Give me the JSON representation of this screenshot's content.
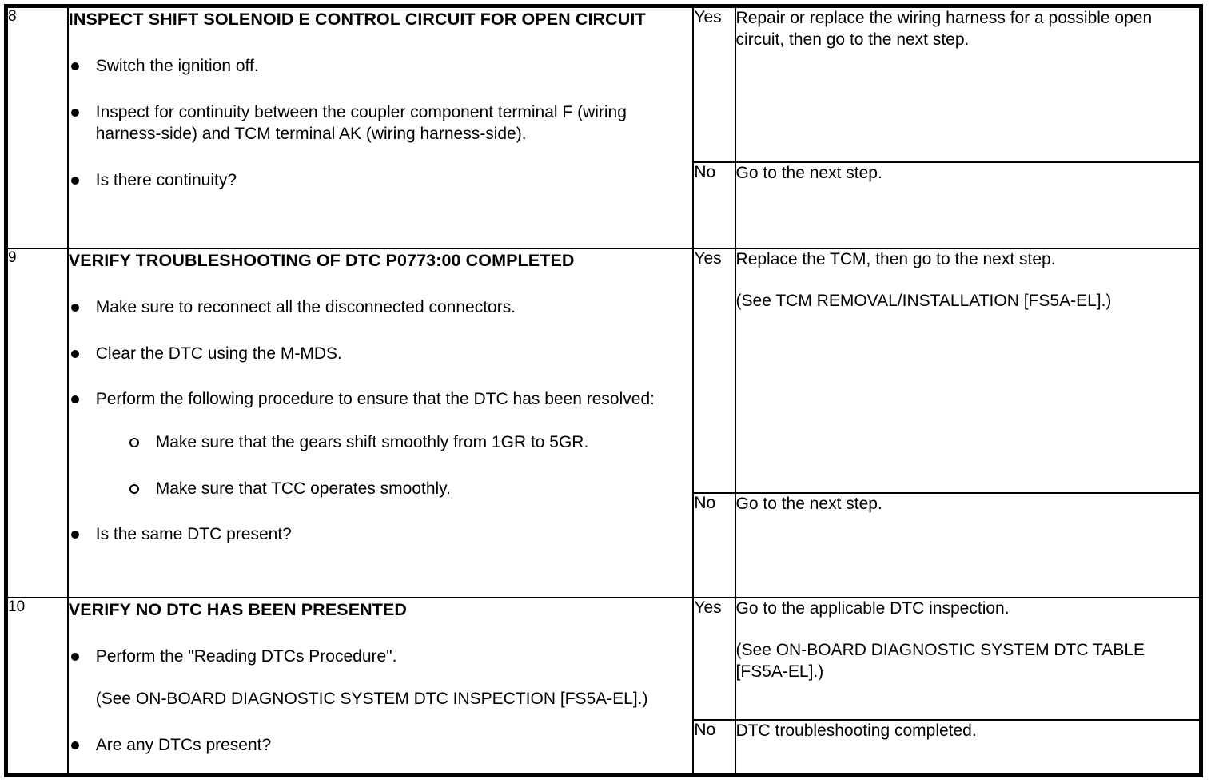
{
  "document": {
    "type": "dtc-troubleshooting-table",
    "answer_labels": {
      "yes": "Yes",
      "no": "No"
    }
  },
  "rows": [
    {
      "step": "8",
      "title": "INSPECT SHIFT SOLENOID E CONTROL CIRCUIT FOR OPEN CIRCUIT",
      "bullets": [
        "Switch the ignition off.",
        "Inspect for continuity between the coupler component terminal F (wiring harness-side) and TCM terminal AK (wiring harness-side).",
        "Is there continuity?"
      ],
      "yes_label": "Yes",
      "yes_action": "Repair or replace the wiring harness for a possible open circuit, then go to the next step.",
      "no_label": "No",
      "no_action": "Go to the next step."
    },
    {
      "step": "9",
      "title": "VERIFY TROUBLESHOOTING OF DTC P0773:00 COMPLETED",
      "bullets": [
        "Make sure to reconnect all the disconnected connectors.",
        "Clear the DTC using the M-MDS.",
        "Perform the following procedure to ensure that the DTC has been resolved:"
      ],
      "sub_bullets": [
        "Make sure that the gears shift smoothly from 1GR to 5GR.",
        "Make sure that TCC operates smoothly."
      ],
      "final_bullet": "Is the same DTC present?",
      "yes_label": "Yes",
      "yes_action": "Replace the TCM, then go to the next step.",
      "yes_action_ref": "(See TCM REMOVAL/INSTALLATION [FS5A-EL].)",
      "no_label": "No",
      "no_action": "Go to the next step."
    },
    {
      "step": "10",
      "title": "VERIFY NO DTC HAS BEEN PRESENTED",
      "bullets": [
        "Perform the \"Reading DTCs Procedure\"."
      ],
      "bullet_note": "(See ON-BOARD DIAGNOSTIC SYSTEM DTC INSPECTION [FS5A-EL].)",
      "final_bullet": "Are any DTCs present?",
      "yes_label": "Yes",
      "yes_action": "Go to the applicable DTC inspection.",
      "yes_action_ref": "(See ON-BOARD DIAGNOSTIC SYSTEM DTC TABLE [FS5A-EL].)",
      "no_label": "No",
      "no_action": "DTC troubleshooting completed."
    }
  ]
}
